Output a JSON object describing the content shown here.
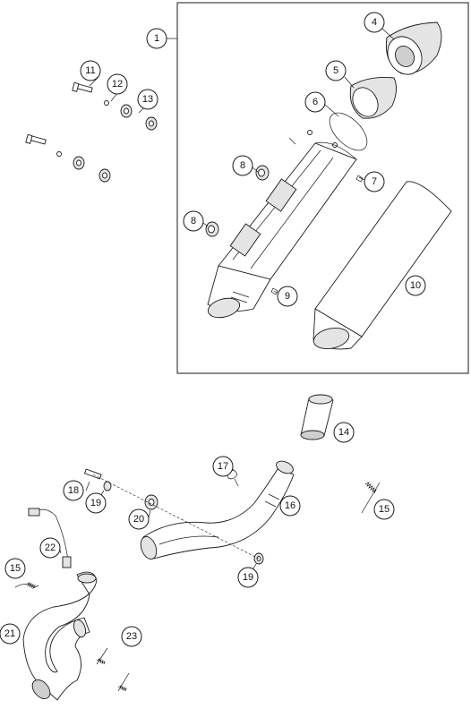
{
  "diagram": {
    "callouts": [
      "1",
      "4",
      "5",
      "6",
      "7",
      "8",
      "8",
      "9",
      "10",
      "11",
      "12",
      "13",
      "14",
      "15",
      "15",
      "16",
      "17",
      "18",
      "19",
      "19",
      "20",
      "21",
      "22",
      "23"
    ]
  }
}
